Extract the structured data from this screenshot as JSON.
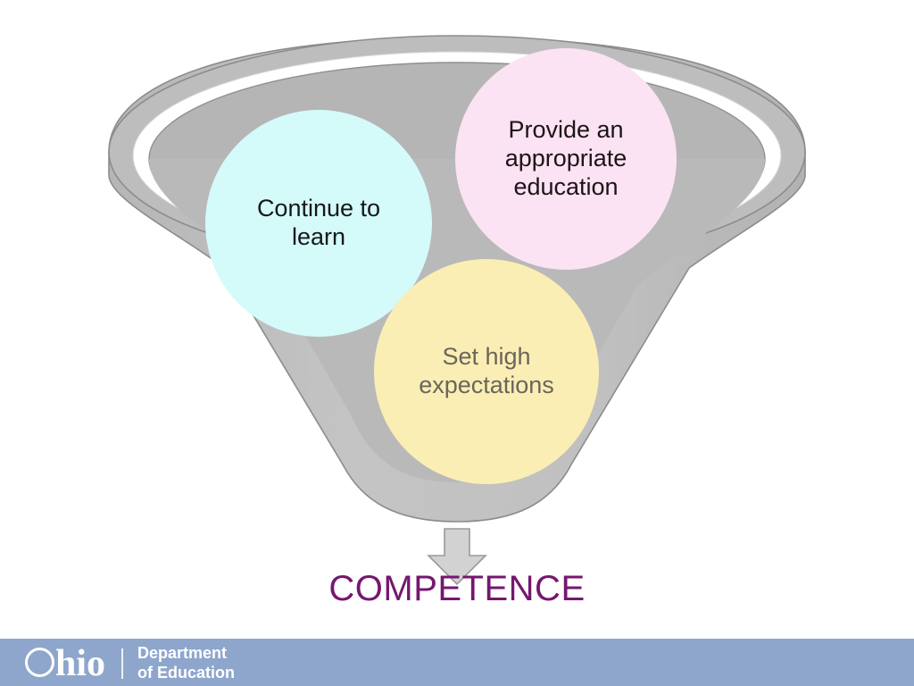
{
  "slide": {
    "background_color": "#ffffff",
    "diagram_type": "funnel-with-three-inputs"
  },
  "funnel": {
    "body_color": "#bfbfbf",
    "rim_outer_color": "#bfbfbf",
    "rim_inner_color": "#b3b3b3",
    "rim_gap_color": "#ffffff",
    "outline_color": "#7d7d7d"
  },
  "bubbles": [
    {
      "id": "continue-to-learn",
      "label": "Continue to\nlearn",
      "fill": "#d4fafa",
      "text_color": "#16181a"
    },
    {
      "id": "provide-an-appropriate-education",
      "label": "Provide an\nappropriate\neducation",
      "fill": "#fbe3f3",
      "text_color": "#1d1416"
    },
    {
      "id": "set-high-expectations",
      "label": "Set high\nexpectations",
      "fill": "#faeeb4",
      "text_color": "#6b655c"
    }
  ],
  "arrow": {
    "name": "down-arrow",
    "fill": "#d2d2d2",
    "stroke": "#9a9a9a"
  },
  "outcome": {
    "label": "COMPETENCE",
    "color": "#75176f"
  },
  "footer": {
    "background_color": "#8ea6cc",
    "logo": {
      "brand": "hio",
      "o_icon": "ohio-o-ring-icon",
      "line1": "Department",
      "line2": "of Education"
    }
  }
}
